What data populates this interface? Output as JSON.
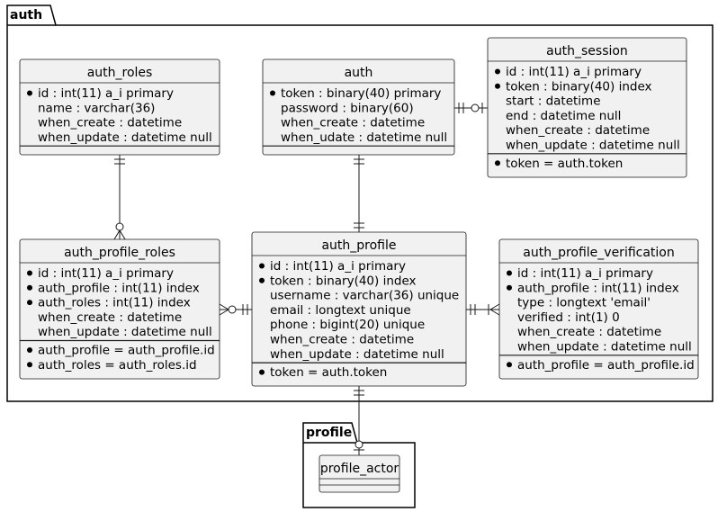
{
  "packages": [
    {
      "id": "auth",
      "name": "auth"
    },
    {
      "id": "profile",
      "name": "profile"
    }
  ],
  "entities": {
    "auth_roles": {
      "title": "auth_roles",
      "fields": [
        {
          "key": true,
          "text": "id : int(11) a_i primary"
        },
        {
          "key": false,
          "text": "name : varchar(36)"
        },
        {
          "key": false,
          "text": "when_create : datetime"
        },
        {
          "key": false,
          "text": "when_update : datetime null"
        }
      ],
      "refs": []
    },
    "auth": {
      "title": "auth",
      "fields": [
        {
          "key": true,
          "text": "token : binary(40) primary"
        },
        {
          "key": false,
          "text": "password : binary(60)"
        },
        {
          "key": false,
          "text": "when_create : datetime"
        },
        {
          "key": false,
          "text": "when_udate : datetime null"
        }
      ],
      "refs": []
    },
    "auth_session": {
      "title": "auth_session",
      "fields": [
        {
          "key": true,
          "text": "id : int(11) a_i primary"
        },
        {
          "key": true,
          "text": "token : binary(40) index"
        },
        {
          "key": false,
          "text": "start : datetime"
        },
        {
          "key": false,
          "text": "end : datetime null"
        },
        {
          "key": false,
          "text": "when_create : datetime"
        },
        {
          "key": false,
          "text": "when_update : datetime null"
        }
      ],
      "refs": [
        {
          "key": true,
          "text": "token = auth.token"
        }
      ]
    },
    "auth_profile_roles": {
      "title": "auth_profile_roles",
      "fields": [
        {
          "key": true,
          "text": "id : int(11) a_i primary"
        },
        {
          "key": true,
          "text": "auth_profile : int(11) index"
        },
        {
          "key": true,
          "text": "auth_roles : int(11) index"
        },
        {
          "key": false,
          "text": "when_create : datetime"
        },
        {
          "key": false,
          "text": "when_update : datetime null"
        }
      ],
      "refs": [
        {
          "key": true,
          "text": "auth_profile = auth_profile.id"
        },
        {
          "key": true,
          "text": "auth_roles = auth_roles.id"
        }
      ]
    },
    "auth_profile": {
      "title": "auth_profile",
      "fields": [
        {
          "key": true,
          "text": "id : int(11) a_i primary"
        },
        {
          "key": true,
          "text": "token : binary(40) index"
        },
        {
          "key": false,
          "text": "username : varchar(36) unique"
        },
        {
          "key": false,
          "text": "email : longtext unique"
        },
        {
          "key": false,
          "text": "phone : bigint(20) unique"
        },
        {
          "key": false,
          "text": "when_create : datetime"
        },
        {
          "key": false,
          "text": "when_update : datetime null"
        }
      ],
      "refs": [
        {
          "key": true,
          "text": "token = auth.token"
        }
      ]
    },
    "auth_profile_verification": {
      "title": "auth_profile_verification",
      "fields": [
        {
          "key": true,
          "text": "id : int(11) a_i primary"
        },
        {
          "key": true,
          "text": "auth_profile : int(11) index"
        },
        {
          "key": false,
          "text": "type : longtext 'email'"
        },
        {
          "key": false,
          "text": "verified : int(1) 0"
        },
        {
          "key": false,
          "text": "when_create : datetime"
        },
        {
          "key": false,
          "text": "when_update : datetime null"
        }
      ],
      "refs": [
        {
          "key": true,
          "text": "auth_profile = auth_profile.id"
        }
      ]
    },
    "profile_actor": {
      "title": "profile_actor",
      "fields": [],
      "refs": []
    }
  },
  "relations": [
    {
      "from": "auth_roles",
      "to": "auth_profile_roles",
      "from_card": "exactly-one",
      "to_card": "zero-or-many"
    },
    {
      "from": "auth",
      "to": "auth_session",
      "from_card": "exactly-one",
      "to_card": "zero-or-one"
    },
    {
      "from": "auth",
      "to": "auth_profile",
      "from_card": "exactly-one",
      "to_card": "exactly-one"
    },
    {
      "from": "auth_profile_roles",
      "to": "auth_profile",
      "from_card": "zero-or-many",
      "to_card": "exactly-one"
    },
    {
      "from": "auth_profile",
      "to": "auth_profile_verification",
      "from_card": "exactly-one",
      "to_card": "one-or-many"
    },
    {
      "from": "auth_profile",
      "to": "profile_actor",
      "from_card": "exactly-one",
      "to_card": "zero-or-one"
    }
  ]
}
